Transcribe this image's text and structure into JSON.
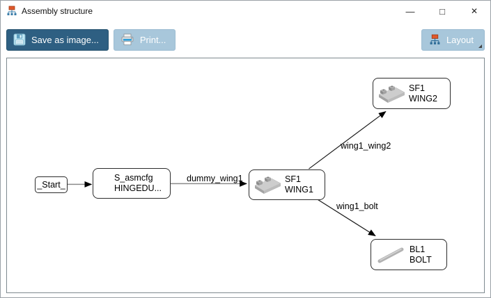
{
  "window": {
    "title": "Assembly structure",
    "controls": {
      "minimize": "—",
      "maximize": "□",
      "close": "✕"
    }
  },
  "toolbar": {
    "save_button": "Save as image...",
    "print_button": "Print...",
    "layout_button": "Layout"
  },
  "colors": {
    "primary_button": "#2E5F82",
    "light_button": "#A8C7DB",
    "panel_border": "#7E898F",
    "node_border": "#2b2b2b",
    "edge_gray": "#8a8a8a",
    "edge_dark": "#1a1a1a",
    "icon_orange": "#E0582A",
    "icon_blue": "#3A7CA8"
  },
  "diagram": {
    "nodes": {
      "start": {
        "label": "_Start_"
      },
      "asmcfg": {
        "line1": "S_asmcfg",
        "line2": "HINGEDU..."
      },
      "wing1": {
        "line1": "SF1",
        "line2": "WING1"
      },
      "wing2": {
        "line1": "SF1",
        "line2": "WING2"
      },
      "bolt": {
        "line1": "BL1",
        "line2": "BOLT"
      }
    },
    "edges": {
      "start_asmcfg": {
        "from": "_Start_",
        "to": "S_asmcfg",
        "label": ""
      },
      "asmcfg_wing1": {
        "from": "S_asmcfg",
        "to": "SF1 WING1",
        "label": "dummy_wing1"
      },
      "wing1_wing2": {
        "from": "SF1 WING1",
        "to": "SF1 WING2",
        "label": "wing1_wing2"
      },
      "wing1_bolt": {
        "from": "SF1 WING1",
        "to": "BL1 BOLT",
        "label": "wing1_bolt"
      }
    }
  }
}
